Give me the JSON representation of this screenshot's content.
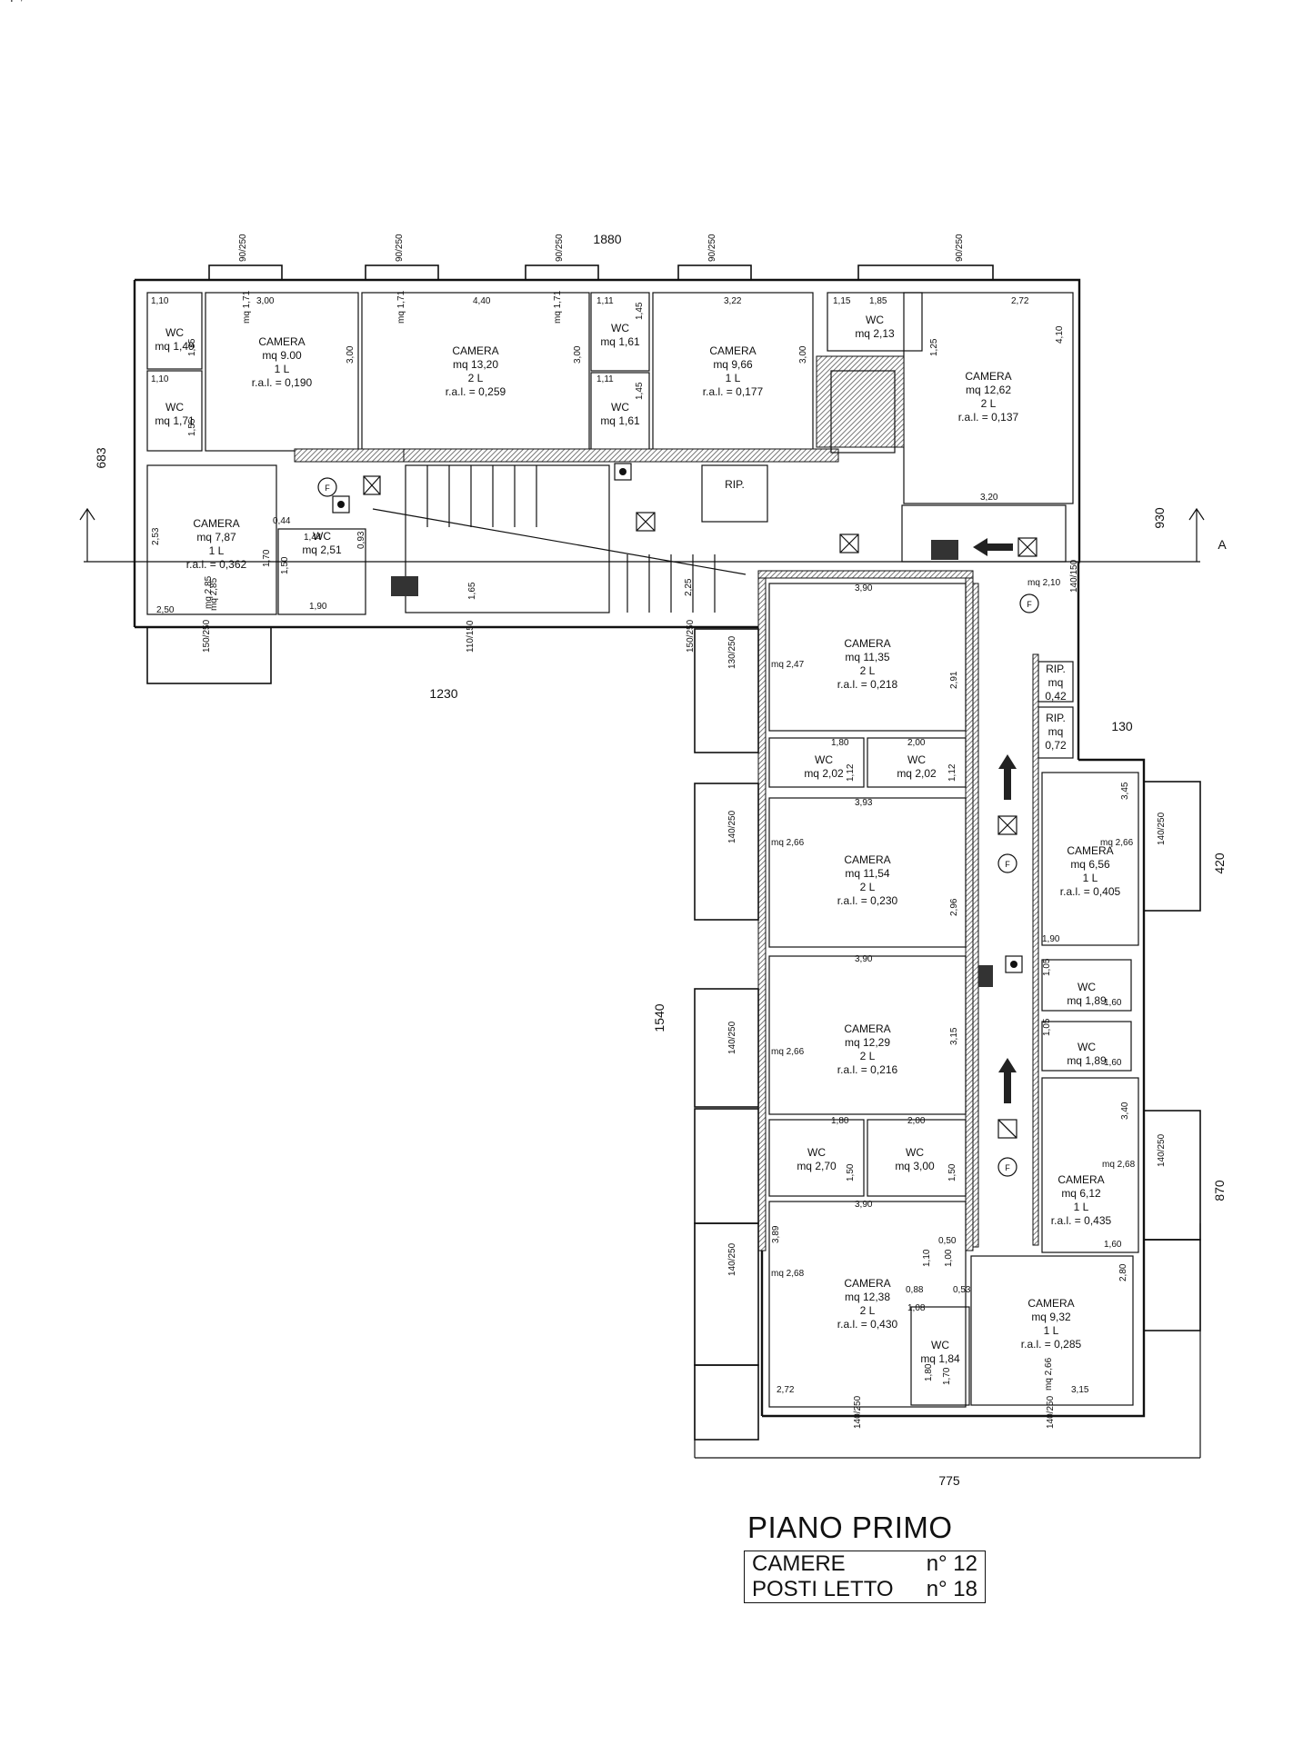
{
  "drawing": {
    "overall_dims": {
      "top_width": "1880",
      "left_height": "683",
      "right_height": "930",
      "mid_width": "1230",
      "wing_height": "1540",
      "bottom_width": "775",
      "wing_offset": "130",
      "right_420": "420",
      "right_870": "870"
    },
    "section_marker": "A",
    "rooms": [
      {
        "lines": [
          "WC",
          "mq 1,49"
        ]
      },
      {
        "lines": [
          "WC",
          "mq 1,71"
        ]
      },
      {
        "lines": [
          "CAMERA",
          "mq 9.00",
          "1 L",
          "r.a.l. = 0,190"
        ]
      },
      {
        "lines": [
          "CAMERA",
          "mq 13,20",
          "2 L",
          "r.a.l. = 0,259"
        ]
      },
      {
        "lines": [
          "WC",
          "mq 1,61"
        ]
      },
      {
        "lines": [
          "WC",
          "mq 1,61"
        ]
      },
      {
        "lines": [
          "CAMERA",
          "mq 9,66",
          "1 L",
          "r.a.l. = 0,177"
        ]
      },
      {
        "lines": [
          "WC",
          "mq 2,13"
        ]
      },
      {
        "lines": [
          "CAMERA",
          "mq 12,62",
          "2 L",
          "r.a.l. = 0,137"
        ]
      },
      {
        "lines": [
          "CAMERA",
          "mq 7,87",
          "1 L",
          "r.a.l. = 0,362"
        ]
      },
      {
        "lines": [
          "WC",
          "mq 2,51"
        ]
      },
      {
        "lines": [
          "RIP."
        ]
      },
      {
        "lines": [
          "CAMERA",
          "mq 11,35",
          "2 L",
          "r.a.l. = 0,218"
        ]
      },
      {
        "lines": [
          "WC",
          "mq 2,02"
        ]
      },
      {
        "lines": [
          "WC",
          "mq 2,02"
        ]
      },
      {
        "lines": [
          "CAMERA",
          "mq 11,54",
          "2 L",
          "r.a.l. = 0,230"
        ]
      },
      {
        "lines": [
          "CAMERA",
          "mq 12,29",
          "2 L",
          "r.a.l. = 0,216"
        ]
      },
      {
        "lines": [
          "WC",
          "mq 2,70"
        ]
      },
      {
        "lines": [
          "WC",
          "mq 3,00"
        ]
      },
      {
        "lines": [
          "CAMERA",
          "mq 12,38",
          "2 L",
          "r.a.l. = 0,430"
        ]
      },
      {
        "lines": [
          "WC",
          "mq 1,84"
        ]
      },
      {
        "lines": [
          "CAMERA",
          "mq 9,32",
          "1 L",
          "r.a.l. = 0,285"
        ]
      },
      {
        "lines": [
          "RIP.",
          "mq",
          "0,42"
        ]
      },
      {
        "lines": [
          "RIP.",
          "mq",
          "0,72"
        ]
      },
      {
        "lines": [
          "CAMERA",
          "mq 6,56",
          "1 L",
          "r.a.l. = 0,405"
        ]
      },
      {
        "lines": [
          "WC",
          "mq 1,89"
        ]
      },
      {
        "lines": [
          "WC",
          "mq 1,89"
        ]
      },
      {
        "lines": [
          "CAMERA",
          "mq 6,12",
          "1 L",
          "r.a.l. = 0,435"
        ]
      }
    ],
    "dims": [
      "1,10",
      "1,10",
      "1,35",
      "1,55",
      "3,00",
      "3,00",
      "4,40",
      "3,00",
      "1,11",
      "1,45",
      "1,11",
      "1,45",
      "3,22",
      "3,00",
      "1,15",
      "1,85",
      "1,25",
      "2,72",
      "4,10",
      "3,20",
      "2,50",
      "2,53",
      "0,44",
      "1,44",
      "0,93",
      "1,50",
      "1,70",
      "1,90",
      "1,65",
      "2,25",
      "mq 2,85",
      "3,90",
      "2,91",
      "1,80",
      "2,00",
      "1,12",
      "1,12",
      "3,93",
      "2,96",
      "3,90",
      "3,15",
      "1,80",
      "2,00",
      "1,50",
      "1,50",
      "3,90",
      "3,89",
      "0,50",
      "1,10",
      "1,00",
      "0,88",
      "0,53",
      "1,08",
      "1,80",
      "1,70",
      "2,80",
      "2,72",
      "3,15",
      "mq 2,47",
      "mq 2,66",
      "mq 2,66",
      "mq 2,68",
      "mq 2,66",
      "mq 2,68",
      "mq 2,10",
      "3,45",
      "3,40",
      "1,90",
      "1,05",
      "1,05",
      "1,60",
      "1,60",
      "1,60",
      "mq 2,85",
      "mq 2,66",
      "mq 1,71",
      "mq 1,71",
      "mq 1,71",
      "mq 1,71",
      "mq 1,71"
    ],
    "openings": [
      "90/250",
      "90/250",
      "90/250",
      "90/250",
      "90/250",
      "150/250",
      "110/150",
      "150/250",
      "130/250",
      "140/250",
      "140/250",
      "140/250",
      "140/250",
      "140/250",
      "140/250",
      "140/250",
      "140/150"
    ]
  },
  "legend": {
    "title": "PIANO PRIMO",
    "rows": [
      {
        "label": "CAMERE",
        "value": "n° 12"
      },
      {
        "label": "POSTI LETTO",
        "value": "n° 18"
      }
    ]
  },
  "colors": {
    "ink": "#111111",
    "paper": "#ffffff",
    "hatch": "#8a8a8a"
  },
  "icons": [
    "section-arrow-icon",
    "extinguisher-icon",
    "smoke-detector-icon",
    "emergency-light-icon",
    "exit-sign-icon",
    "escape-arrow-icon"
  ]
}
